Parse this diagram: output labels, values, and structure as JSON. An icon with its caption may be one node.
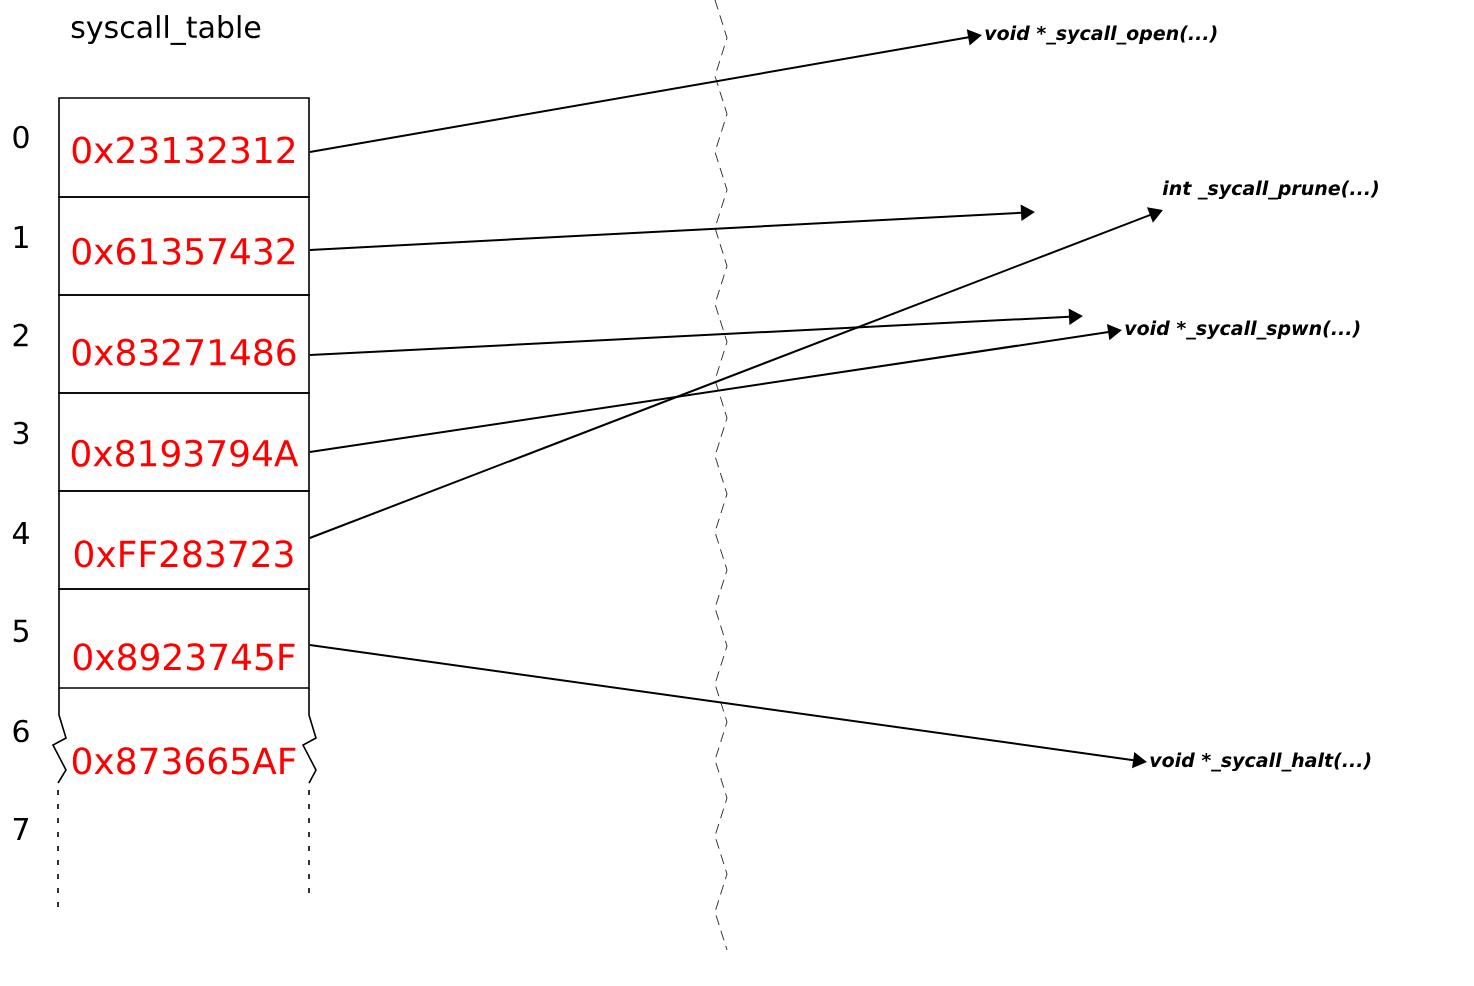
{
  "diagram": {
    "title": "syscall_table",
    "nodes": [
      {
        "text": [
          "0x23132312"
        ]
      },
      {
        "text": [
          "0x61357432"
        ]
      },
      {
        "text": [
          "0x83271486"
        ]
      },
      {
        "text": [
          "0x8193794A"
        ]
      },
      {
        "text": [
          "0xFF283723"
        ]
      },
      {
        "text": [
          "0x8923745F"
        ]
      },
      {
        "text": [
          "0x873665AF"
        ]
      },
      {
        "text": [
          "void *_sycall_open(...)"
        ]
      },
      {
        "text": [
          "int _sycall_prune(...)"
        ]
      },
      {
        "text": [
          "void *_sycall_spwn(...)"
        ]
      },
      {
        "text": [
          "void *_sycall_halt(...)"
        ]
      }
    ],
    "edges": [
      {
        "from": 0,
        "to": 7,
        "arrow": "to"
      },
      {
        "from": 1,
        "to": null,
        "arrow": "to"
      },
      {
        "from": 2,
        "to": null,
        "arrow": "to"
      },
      {
        "from": 3,
        "to": 9,
        "arrow": "to"
      },
      {
        "from": 4,
        "to": 8,
        "arrow": "to"
      },
      {
        "from": 5,
        "to": 10,
        "arrow": "to"
      }
    ],
    "labels": [
      "0",
      "1",
      "2",
      "3",
      "4",
      "5",
      "6",
      "7"
    ]
  }
}
